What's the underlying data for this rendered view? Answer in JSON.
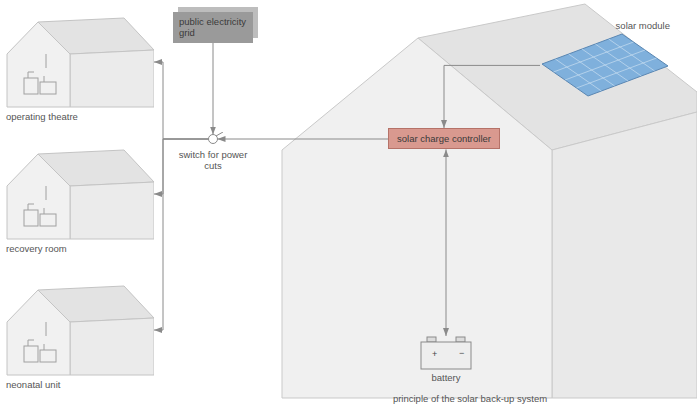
{
  "diagram": {
    "caption": "principle of the solar back-up system",
    "nodes": [
      {
        "text": [
          "operating theatre"
        ]
      },
      {
        "text": [
          "public electricity grid"
        ]
      },
      {
        "text": [
          "switch for power cuts"
        ]
      },
      {
        "text": [
          "recovery room"
        ]
      },
      {
        "text": [
          "neonatal unit"
        ]
      },
      {
        "text": [
          "solar module"
        ]
      },
      {
        "text": [
          "solar charge controller"
        ]
      },
      {
        "text": [
          "battery"
        ]
      }
    ],
    "edges": [
      {
        "from": 1,
        "to": 2,
        "arrow": "to"
      },
      {
        "from": 6,
        "to": 2,
        "arrow": "to"
      },
      {
        "from": 2,
        "to": 0,
        "arrow": "to"
      },
      {
        "from": 2,
        "to": 3,
        "arrow": "to"
      },
      {
        "from": 2,
        "to": 4,
        "arrow": "to"
      },
      {
        "from": 5,
        "to": 6,
        "arrow": "to"
      },
      {
        "from": 7,
        "to": 6,
        "arrow": "both"
      }
    ],
    "labels": [
      "+",
      "−"
    ]
  }
}
